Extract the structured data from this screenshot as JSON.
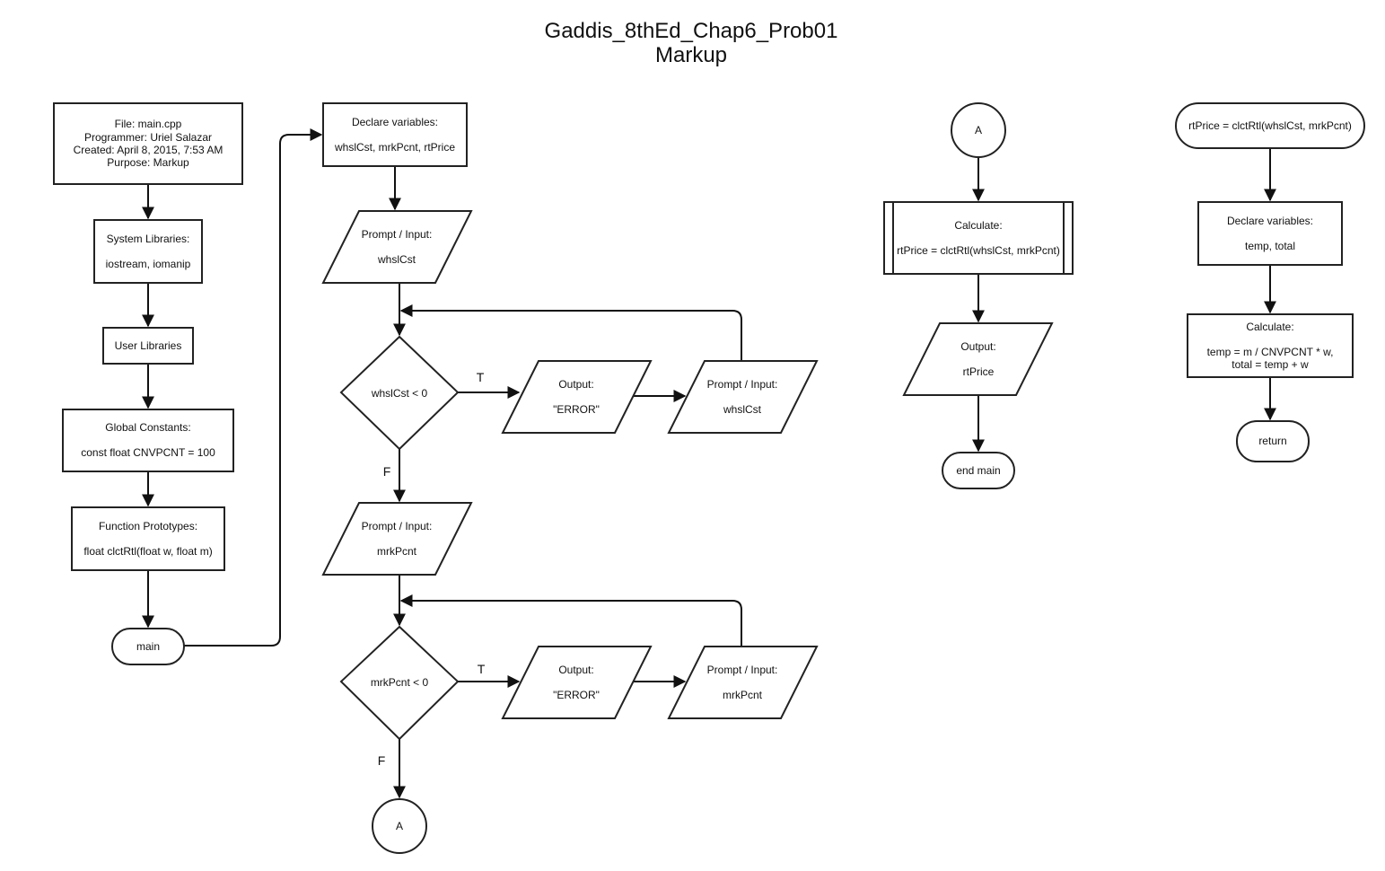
{
  "title": {
    "line1": "Gaddis_8thEd_Chap6_Prob01",
    "line2": "Markup"
  },
  "nodes": {
    "header": {
      "line1": "File: main.cpp",
      "line2": "Programmer: Uriel Salazar",
      "line3": "Created: April 8, 2015, 7:53 AM",
      "line4": "Purpose: Markup"
    },
    "system_libraries": {
      "line1": "System Libraries:",
      "line2": "iostream, iomanip"
    },
    "user_libraries": {
      "line1": "User Libraries"
    },
    "global_constants": {
      "line1": "Global Constants:",
      "line2": "const float CNVPCNT = 100"
    },
    "function_prototypes": {
      "line1": "Function Prototypes:",
      "line2": "float clctRtl(float w, float m)"
    },
    "main_terminal": {
      "line1": "main"
    },
    "declare_main": {
      "line1": "Declare variables:",
      "line2": "whslCst, mrkPcnt, rtPrice"
    },
    "input_whslcst": {
      "line1": "Prompt / Input:",
      "line2": "whslCst"
    },
    "decision_whslcst": {
      "line1": "whslCst < 0"
    },
    "output_error_1": {
      "line1": "Output:",
      "line2": "\"ERROR\""
    },
    "reinput_whslcst": {
      "line1": "Prompt / Input:",
      "line2": "whslCst"
    },
    "input_mrkpcnt": {
      "line1": "Prompt / Input:",
      "line2": "mrkPcnt"
    },
    "decision_mrkpcnt": {
      "line1": "mrkPcnt < 0"
    },
    "output_error_2": {
      "line1": "Output:",
      "line2": "\"ERROR\""
    },
    "reinput_mrkpcnt": {
      "line1": "Prompt / Input:",
      "line2": "mrkPcnt"
    },
    "connector_a_bottom": {
      "line1": "A"
    },
    "connector_a_top": {
      "line1": "A"
    },
    "calculate_main": {
      "line1": "Calculate:",
      "line2": "rtPrice = clctRtl(whslCst, mrkPcnt)"
    },
    "output_rtprice": {
      "line1": "Output:",
      "line2": "rtPrice"
    },
    "end_main": {
      "line1": "end main"
    },
    "func_start": {
      "line1": "rtPrice = clctRtl(whslCst, mrkPcnt)"
    },
    "declare_func": {
      "line1": "Declare variables:",
      "line2": "temp, total"
    },
    "calculate_func": {
      "line1": "Calculate:",
      "line2": "temp = m / CNVPCNT * w,",
      "line3": "total = temp + w"
    },
    "return_node": {
      "line1": "return"
    }
  },
  "edge_labels": {
    "t1": "T",
    "f1": "F",
    "t2": "T",
    "f2": "F"
  }
}
